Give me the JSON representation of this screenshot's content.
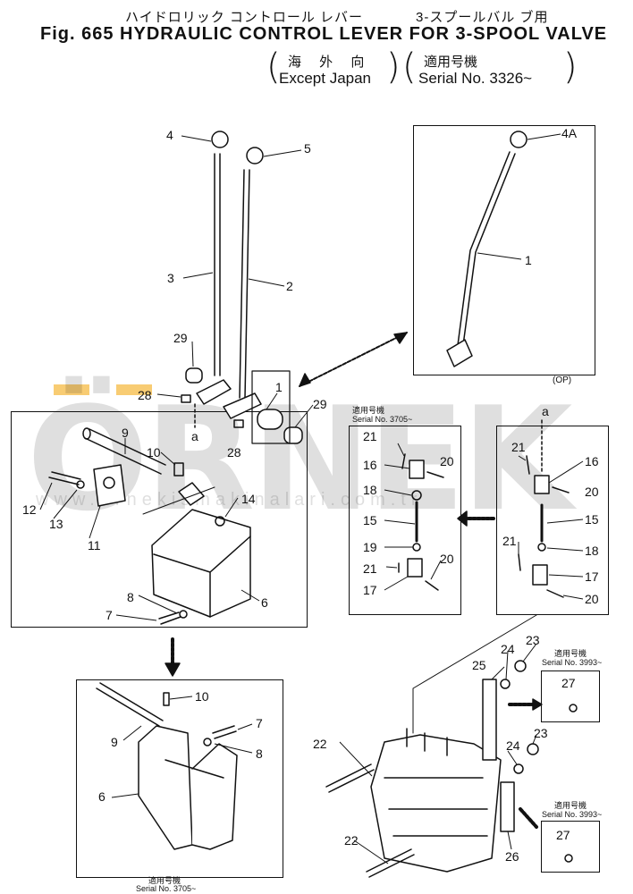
{
  "header": {
    "jp_title": "ハイドロリック コントロール レバー",
    "jp_title_right": "3-スプールバル ブ用",
    "main_title": "Fig. 665 HYDRAULIC CONTROL LEVER FOR 3-SPOOL VALVE",
    "jp_region": "海 外 向",
    "en_region": "Except Japan",
    "jp_serial": "適用号機",
    "en_serial": "Serial No. 3326~"
  },
  "watermark": {
    "brand": "ÖRNEK",
    "url": "www.ornekismakinalari.com.tr",
    "accent_color": "#f2a300"
  },
  "boxes": {
    "op_label": "(OP)",
    "serial_3705_jp": "適用号機",
    "serial_3705_en": "Serial No. 3705~",
    "serial_3993_jp": "適用号機",
    "serial_3993_en": "Serial No. 3993~",
    "bottom_serial_jp": "適用号機",
    "bottom_serial_en": "Serial No. 3705~"
  },
  "callouts": {
    "c4": "4",
    "c5": "5",
    "c4a": "4A",
    "c3": "3",
    "c2": "2",
    "c1_op": "1",
    "c29a": "29",
    "c28a": "28",
    "ca1": "a",
    "c28b": "28",
    "c1_main": "1",
    "c29b": "29",
    "c9": "9",
    "c10": "10",
    "c12": "12",
    "c13": "13",
    "c11": "11",
    "c14": "14",
    "c8": "8",
    "c7": "7",
    "c6": "6",
    "m21a": "21",
    "m16": "16",
    "m20a": "20",
    "m18": "18",
    "m15": "15",
    "m19": "19",
    "m21b": "21",
    "m20b": "20",
    "m17": "17",
    "r_a": "a",
    "r21a": "21",
    "r16": "16",
    "r20a": "20",
    "r15": "15",
    "r18": "18",
    "r21b": "21",
    "r17": "17",
    "r20b": "20",
    "b10": "10",
    "b7": "7",
    "b9": "9",
    "b8": "8",
    "b6": "6",
    "v25": "25",
    "v24a": "24",
    "v23a": "23",
    "v27a": "27",
    "v22a": "22",
    "v24b": "24",
    "v23b": "23",
    "v26": "26",
    "v22b": "22",
    "v27b": "27"
  }
}
